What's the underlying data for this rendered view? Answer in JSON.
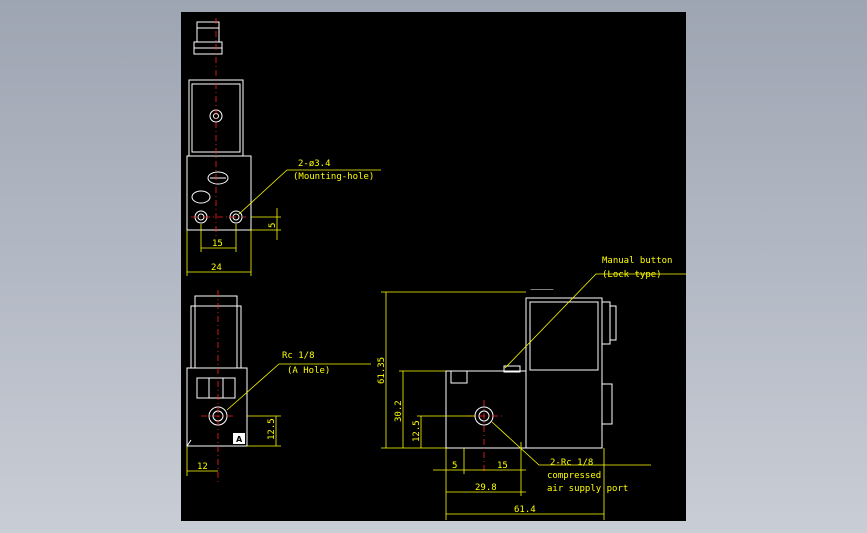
{
  "annotations": {
    "mounting_hole_qty": "2-ø3.4",
    "mounting_hole_label": "(Mounting-hole)",
    "a_port_size": "Rc 1/8",
    "a_port_label": "(A Hole)",
    "manual_button": "Manual button",
    "manual_button_type": "(Lock type)",
    "supply_port_size": "2-Rc 1/8",
    "supply_port_line1": "compressed",
    "supply_port_line2": "air supply port",
    "port_marking": "A"
  },
  "dimensions": {
    "top_hole_pitch": "15",
    "top_body_width": "24",
    "top_hole_height": "5",
    "front_port_height": "12.5",
    "front_offset": "12",
    "side_total_height": "61.35",
    "side_body_height": "30.2",
    "side_port_height": "12.5",
    "side_edge_offset": "5",
    "side_port_pitch": "15",
    "side_body_length": "29.8",
    "side_total_length": "61.4"
  },
  "colors": {
    "background": "#000000",
    "outline": "#ffffff",
    "dimension": "#ffff00",
    "centerline": "#ff2020"
  }
}
